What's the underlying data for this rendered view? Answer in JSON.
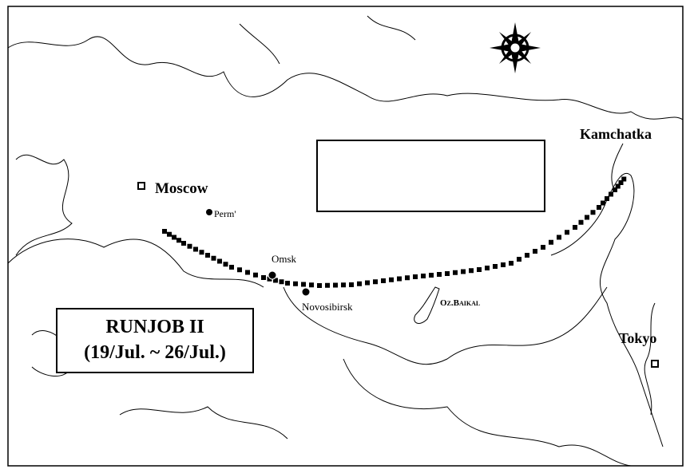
{
  "title": {
    "line1": "RUNJOB II",
    "line2": "(19/Jul. ~ 26/Jul.)"
  },
  "places": {
    "moscow": "Moscow",
    "perm": "Perm'",
    "omsk": "Omsk",
    "novosibirsk": "Novosibirsk",
    "baikal": "Oz.Baikal",
    "kamchatka": "Kamchatka",
    "tokyo": "Tokyo"
  },
  "icons": {
    "compass": "compass-rose-icon",
    "city": "city-marker-icon",
    "capital": "capital-marker-icon"
  },
  "colors": {
    "ink": "#000000",
    "background": "#ffffff"
  }
}
